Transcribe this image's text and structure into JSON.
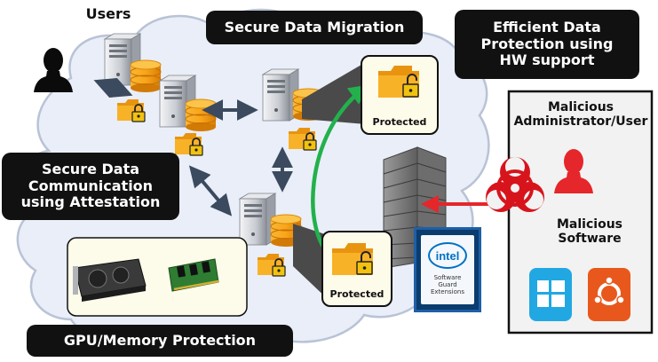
{
  "labels": {
    "users": "Users",
    "secure_data_migration": "Secure Data Migration",
    "efficient_protection": "Efficient Data\nProtection using\nHW support",
    "secure_communication": "Secure Data\nCommunication\nusing Attestation",
    "gpu_memory_protection": "GPU/Memory Protection",
    "protected_top": "Protected",
    "protected_bottom": "Protected",
    "malicious_admin": "Malicious\nAdministrator/User",
    "malicious_software": "Malicious\nSoftware"
  },
  "intel_badge": {
    "brand": "intel",
    "line1": "Software",
    "line2": "Guard",
    "line3": "Extensions"
  },
  "colors": {
    "cloud": "#e9eef8",
    "cloud_stroke": "#b9c3d6",
    "migration_arrow": "#22b14c",
    "attack_arrow": "#e5262a",
    "biohazard": "#d7141c",
    "malicious_user": "#e5262a",
    "windows": "#21a8e3",
    "ubuntu": "#e8581c",
    "folder": "#f5a623"
  },
  "icons": [
    "user-icon",
    "server-icon",
    "database-icon",
    "locked-folder-icon",
    "unlocked-folder-icon",
    "firewall-icon",
    "biohazard-icon",
    "windows-icon",
    "ubuntu-icon",
    "gpu-card-icon",
    "memory-module-icon",
    "intel-sgx-badge"
  ]
}
